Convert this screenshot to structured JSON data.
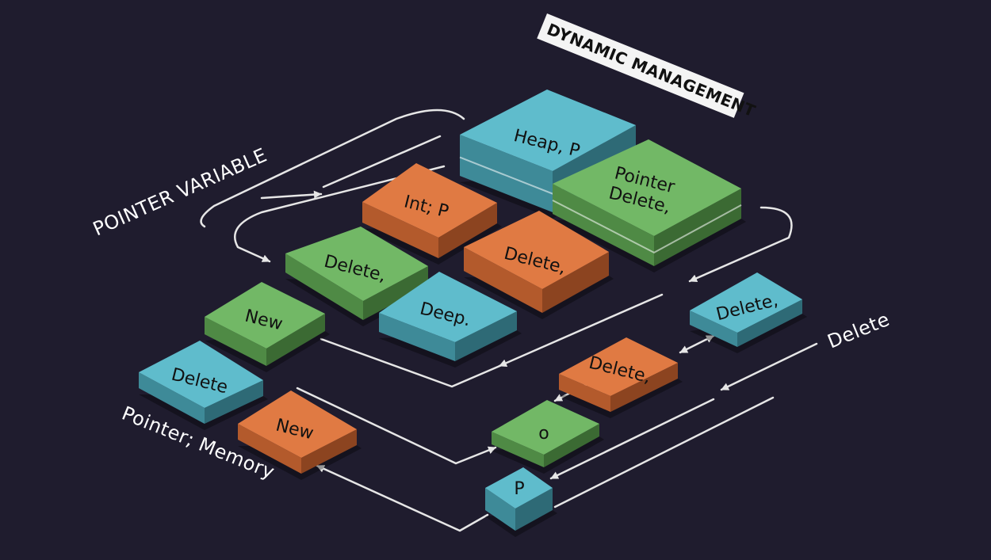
{
  "colors": {
    "background": "#1f1c2e",
    "teal": {
      "top": "#5fbccc",
      "left": "#3e8a98",
      "right": "#2e6a76"
    },
    "green": {
      "top": "#72b866",
      "left": "#4f8a45",
      "right": "#3b6a33"
    },
    "orange": {
      "top": "#e07a43",
      "left": "#b35a2c",
      "right": "#8c4420"
    },
    "lines": "#e6e6e6"
  },
  "banner": {
    "text": "DYNAMIC MANAGEMENT"
  },
  "labels": {
    "pointer_variable": "POINTER VARIABLE",
    "pointer_memory": "Pointer; Memory",
    "delete": "Delete"
  },
  "blocks": [
    {
      "id": "heap",
      "text": "Heap,  P",
      "color": "teal"
    },
    {
      "id": "pointer-delete",
      "text": "Pointer\nDelete,",
      "color": "green"
    },
    {
      "id": "int-p",
      "text": "Int; P",
      "color": "orange"
    },
    {
      "id": "delete-green",
      "text": "Delete,",
      "color": "green"
    },
    {
      "id": "delete-orange-mid",
      "text": "Delete,",
      "color": "orange"
    },
    {
      "id": "new-green",
      "text": "New",
      "color": "green"
    },
    {
      "id": "deep",
      "text": "Deep.",
      "color": "teal"
    },
    {
      "id": "delete-teal-left",
      "text": "Delete",
      "color": "teal"
    },
    {
      "id": "new-orange",
      "text": "New",
      "color": "orange"
    },
    {
      "id": "delete-teal-right",
      "text": "Delete,",
      "color": "teal"
    },
    {
      "id": "delete-orange-right",
      "text": "Delete,",
      "color": "orange"
    },
    {
      "id": "o-green",
      "text": "o",
      "color": "green"
    },
    {
      "id": "p-teal",
      "text": "P",
      "color": "teal"
    }
  ]
}
